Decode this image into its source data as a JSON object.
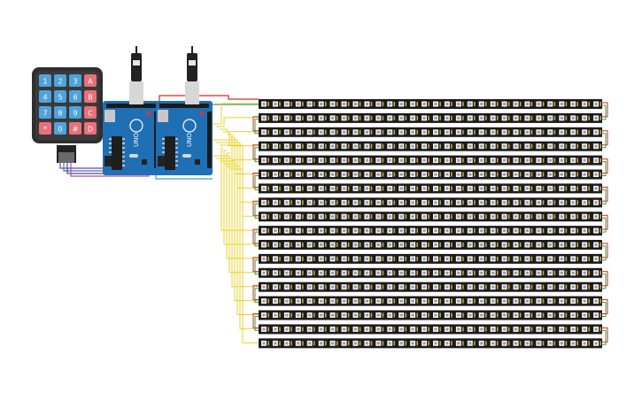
{
  "keypad": {
    "keys": [
      [
        "1",
        "2",
        "3",
        "A"
      ],
      [
        "4",
        "5",
        "6",
        "B"
      ],
      [
        "7",
        "8",
        "9",
        "C"
      ],
      [
        "*",
        "0",
        "#",
        "D"
      ]
    ],
    "digit_color": "#4fa3dc",
    "letter_color": "#e8707a",
    "body_color": "#2f2f2f"
  },
  "boards": {
    "count": 2,
    "color": "#1f6fb5",
    "logo_text": "UNO"
  },
  "led_matrix": {
    "strips": 18,
    "leds_per_strip": 30,
    "strip_color": "#1b1b1b",
    "pixel_color": "#f2f2f2"
  },
  "wires": {
    "data_color": "#e8d22a",
    "power_color": "#d22a2a",
    "ground_color": "#2ea44f",
    "keypad_colors": [
      "#7b3fa0",
      "#3f6fd0",
      "#555555",
      "#b048c0"
    ]
  }
}
